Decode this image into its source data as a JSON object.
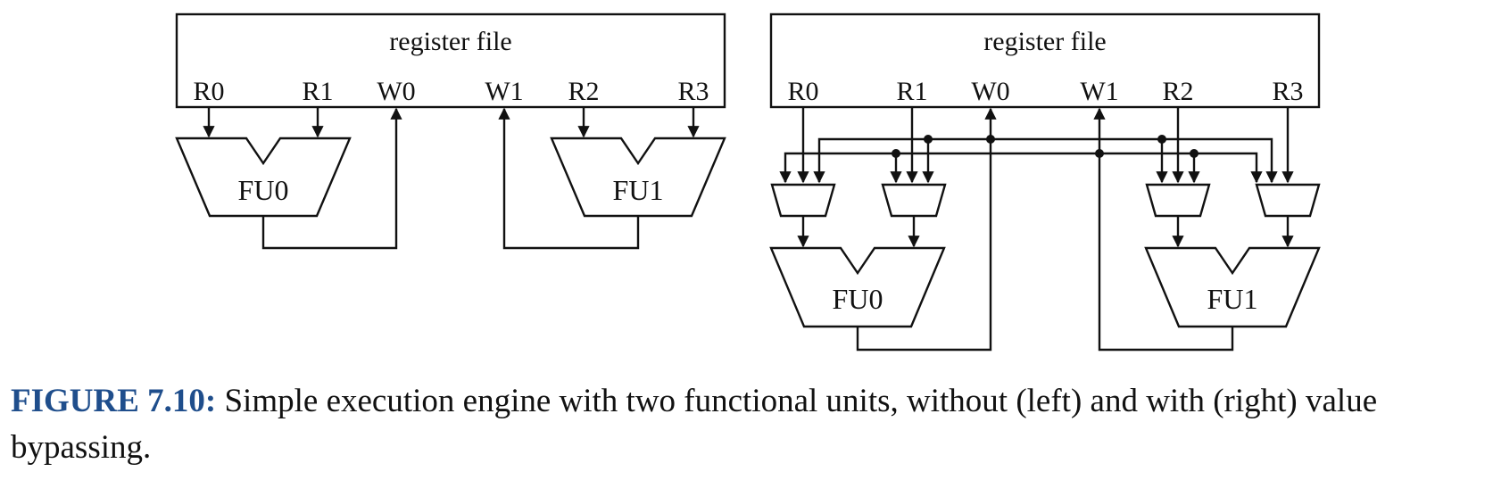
{
  "diagram": {
    "left": {
      "register_file_label": "register file",
      "ports": [
        "R0",
        "R1",
        "W0",
        "W1",
        "R2",
        "R3"
      ],
      "units": [
        "FU0",
        "FU1"
      ]
    },
    "right": {
      "register_file_label": "register file",
      "ports": [
        "R0",
        "R1",
        "W0",
        "W1",
        "R2",
        "R3"
      ],
      "units": [
        "FU0",
        "FU1"
      ]
    }
  },
  "caption": {
    "label": "FIGURE 7.10:",
    "text": " Simple execution engine with two functional units, without (left) and with (right) value bypassing."
  },
  "colors": {
    "caption_label": "#1f4e8c",
    "ink": "#111111"
  }
}
